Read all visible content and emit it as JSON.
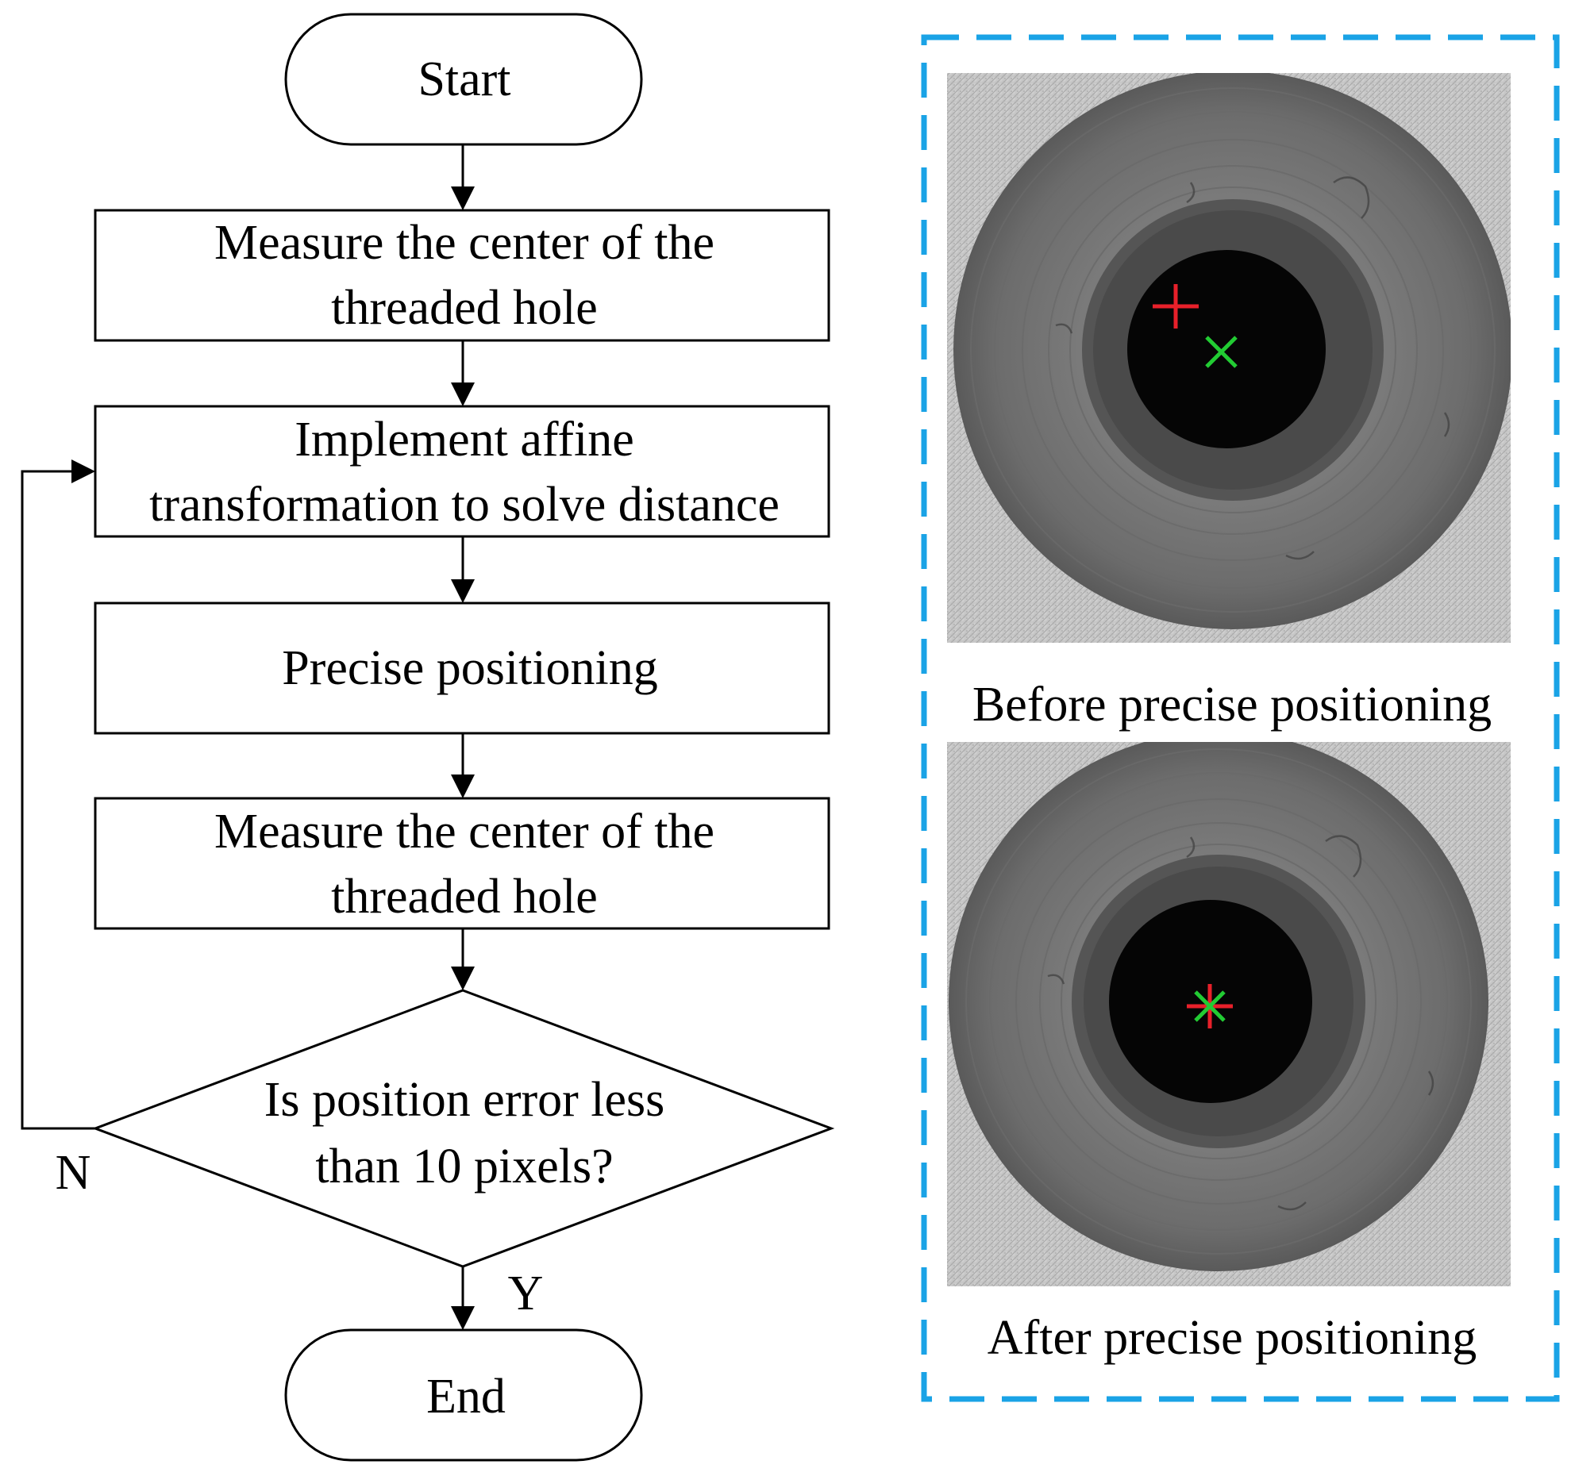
{
  "flowchart": {
    "start": "Start",
    "step1": [
      "Measure the center of the",
      "threaded hole"
    ],
    "step2": [
      "Implement affine",
      "transformation to solve distance"
    ],
    "step3": "Precise positioning",
    "step4": [
      "Measure the center of the",
      "threaded hole"
    ],
    "decision": [
      "Is position error less",
      "than 10 pixels?"
    ],
    "no_label": "N",
    "yes_label": "Y",
    "end": "End"
  },
  "panel": {
    "before_caption": "Before  precise positioning",
    "after_caption": "After  precise positioning"
  },
  "colors": {
    "panel_border": "#1aa3e6",
    "marker_red": "#e8202a",
    "marker_green": "#22cc33"
  }
}
